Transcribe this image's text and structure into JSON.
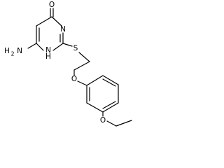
{
  "molecule": {
    "atoms": {
      "oxo_o": "O",
      "n3": "N",
      "n1_h": "H",
      "n1": "N",
      "amine_h2": "H",
      "amine_sub": "2",
      "amine_n": "N",
      "s": "S",
      "ether_o": "O",
      "ethoxy_o": "O"
    }
  }
}
